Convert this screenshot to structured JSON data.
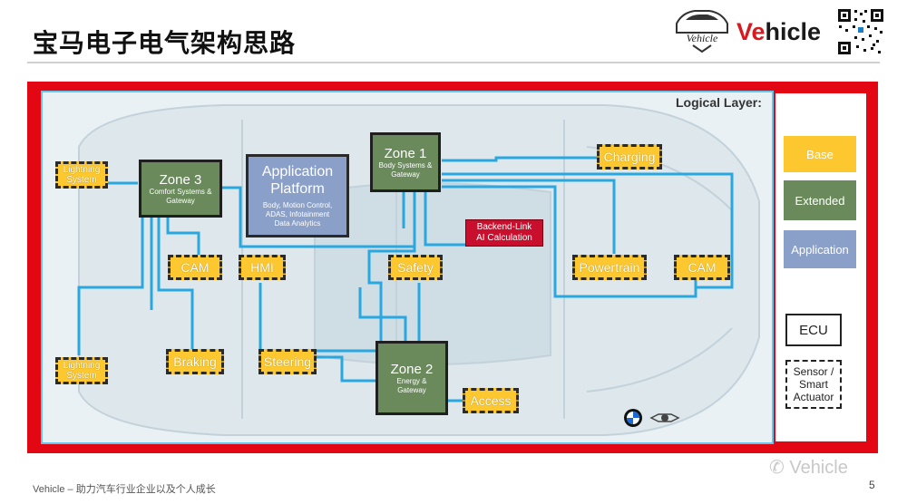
{
  "slide": {
    "title": "宝马电子电气架构思路",
    "footer": "Vehicle – 助力汽车行业企业以及个人成长",
    "page_number": "5",
    "watermark": "Vehicle"
  },
  "logo": {
    "car_badge_text": "Vehicle",
    "brand_prefix": "Ve",
    "brand_suffix": "hicle"
  },
  "diagram": {
    "layer_label": "Logical Layer:",
    "zones": {
      "zone1": {
        "title": "Zone 1",
        "sub1": "Body Systems &",
        "sub2": "Gateway"
      },
      "zone2": {
        "title": "Zone 2",
        "sub1": "Energy &",
        "sub2": "Gateway"
      },
      "zone3": {
        "title": "Zone 3",
        "sub1": "Comfort Systems &",
        "sub2": "Gateway"
      }
    },
    "application": {
      "title1": "Application",
      "title2": "Platform",
      "sub1": "Body, Motion Control,",
      "sub2": "ADAS, Infotainment",
      "sub3": "Data Analytics"
    },
    "backend": {
      "line1": "Backend-Link",
      "line2": "AI Calculation"
    },
    "base_nodes": {
      "lighting_top": {
        "line1": "Lightning",
        "line2": "System"
      },
      "lighting_bottom": {
        "line1": "Lightning",
        "line2": "System"
      },
      "cam_left": "CAM",
      "hmi": "HMI",
      "safety": "Safety",
      "braking": "Braking",
      "steering": "Steering",
      "access": "Access",
      "charging": "Charging",
      "powertrain": "Powertrain",
      "cam_right": "CAM"
    },
    "colors": {
      "base": "#fdc82f",
      "extended": "#6a8a5c",
      "application": "#8aa0c8",
      "backend": "#c8102e",
      "link": "#29a8e0",
      "frame": "#e30613"
    }
  },
  "legend": {
    "base": "Base",
    "extended": "Extended",
    "application": "Application",
    "ecu": "ECU",
    "sensor1": "Sensor /",
    "sensor2": "Smart",
    "sensor3": "Actuator"
  }
}
